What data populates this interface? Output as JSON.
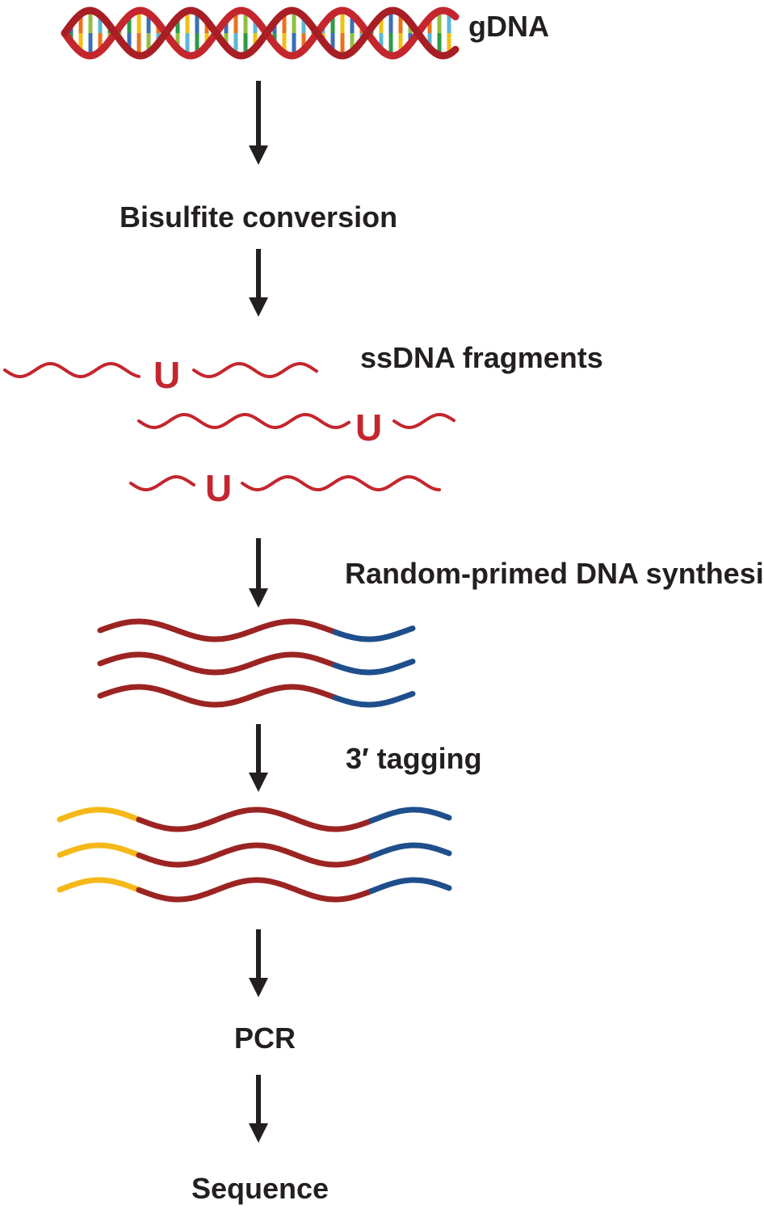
{
  "steps": {
    "gdna": "gDNA",
    "bisulfite": "Bisulfite conversion",
    "ssdna": "ssDNA fragments",
    "random_primed": "Random-primed DNA synthesis",
    "tagging": "3′ tagging",
    "pcr": "PCR",
    "sequence": "Sequence"
  },
  "uracil_marks": [
    "U",
    "U",
    "U"
  ],
  "colors": {
    "helix_strand": "#c4262e",
    "template_strand": "#9b2423",
    "synthesized_strand": "#1f4e8c",
    "tag": "#f5b818",
    "arrow": "#231f20",
    "text": "#231f20"
  }
}
